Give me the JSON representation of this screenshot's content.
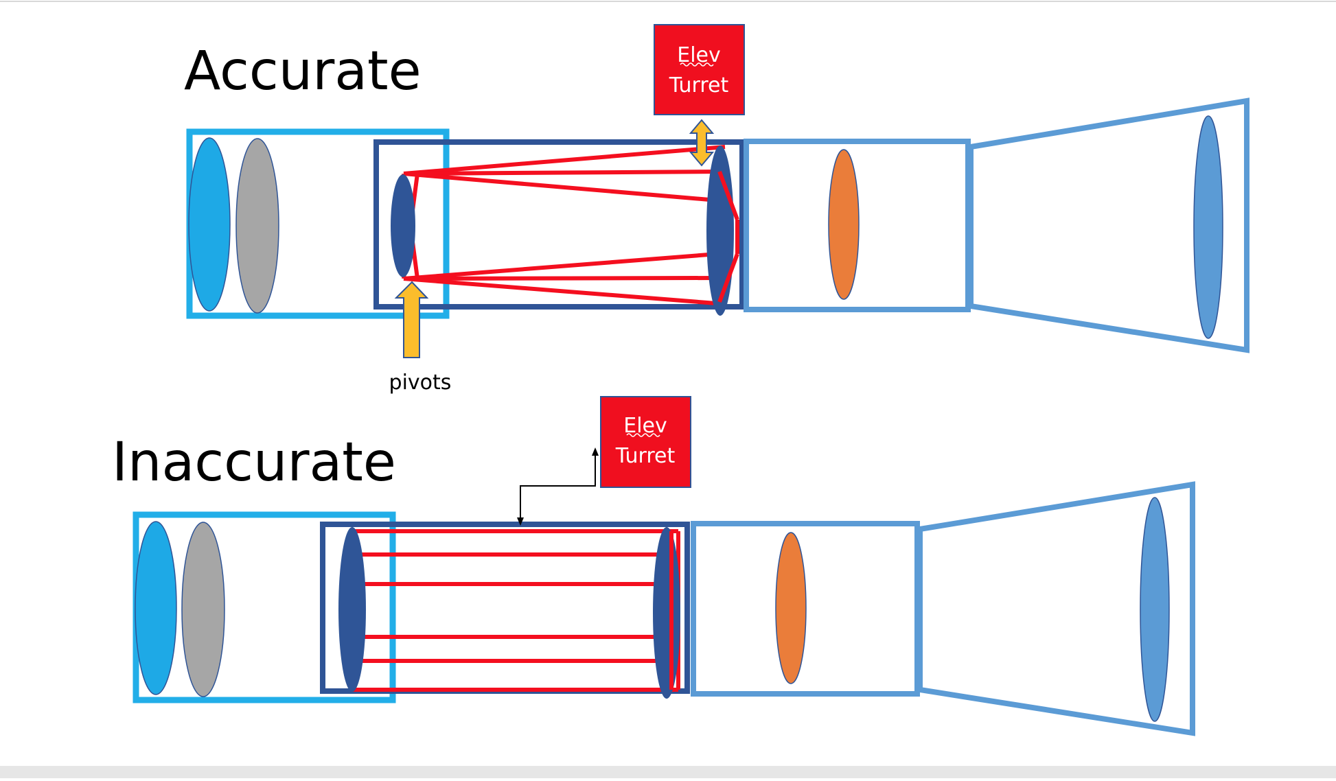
{
  "colors": {
    "eyepiece_box": "#22aee8",
    "eyepiece_lens": "#1ea9e6",
    "gray_lens": "#a6a6a6",
    "mirror_box": "#2f5496",
    "mirror": "#2f5597",
    "light_path": "#f40f1f",
    "tube_box": "#5b9bd5",
    "orange_lens": "#ea7d3a",
    "objective_lens": "#5b9bd5",
    "elev_box": "#f00f1f",
    "pivot_arrow": "#fbbd2c",
    "connector": "#000000"
  },
  "icons": {
    "pivot_arrow": "up-arrow-icon",
    "elev_arrow": "double-headed-arrow-icon",
    "connector_arrow": "elbow-connector-arrow-icon"
  },
  "accurate": {
    "title": "Accurate",
    "elev_box": {
      "line1": "Elev",
      "line2": "Turret"
    },
    "pivot_label": "pivots"
  },
  "inaccurate": {
    "title": "Inaccurate",
    "elev_box": {
      "line1": "Elev",
      "line2": "Turret"
    }
  }
}
